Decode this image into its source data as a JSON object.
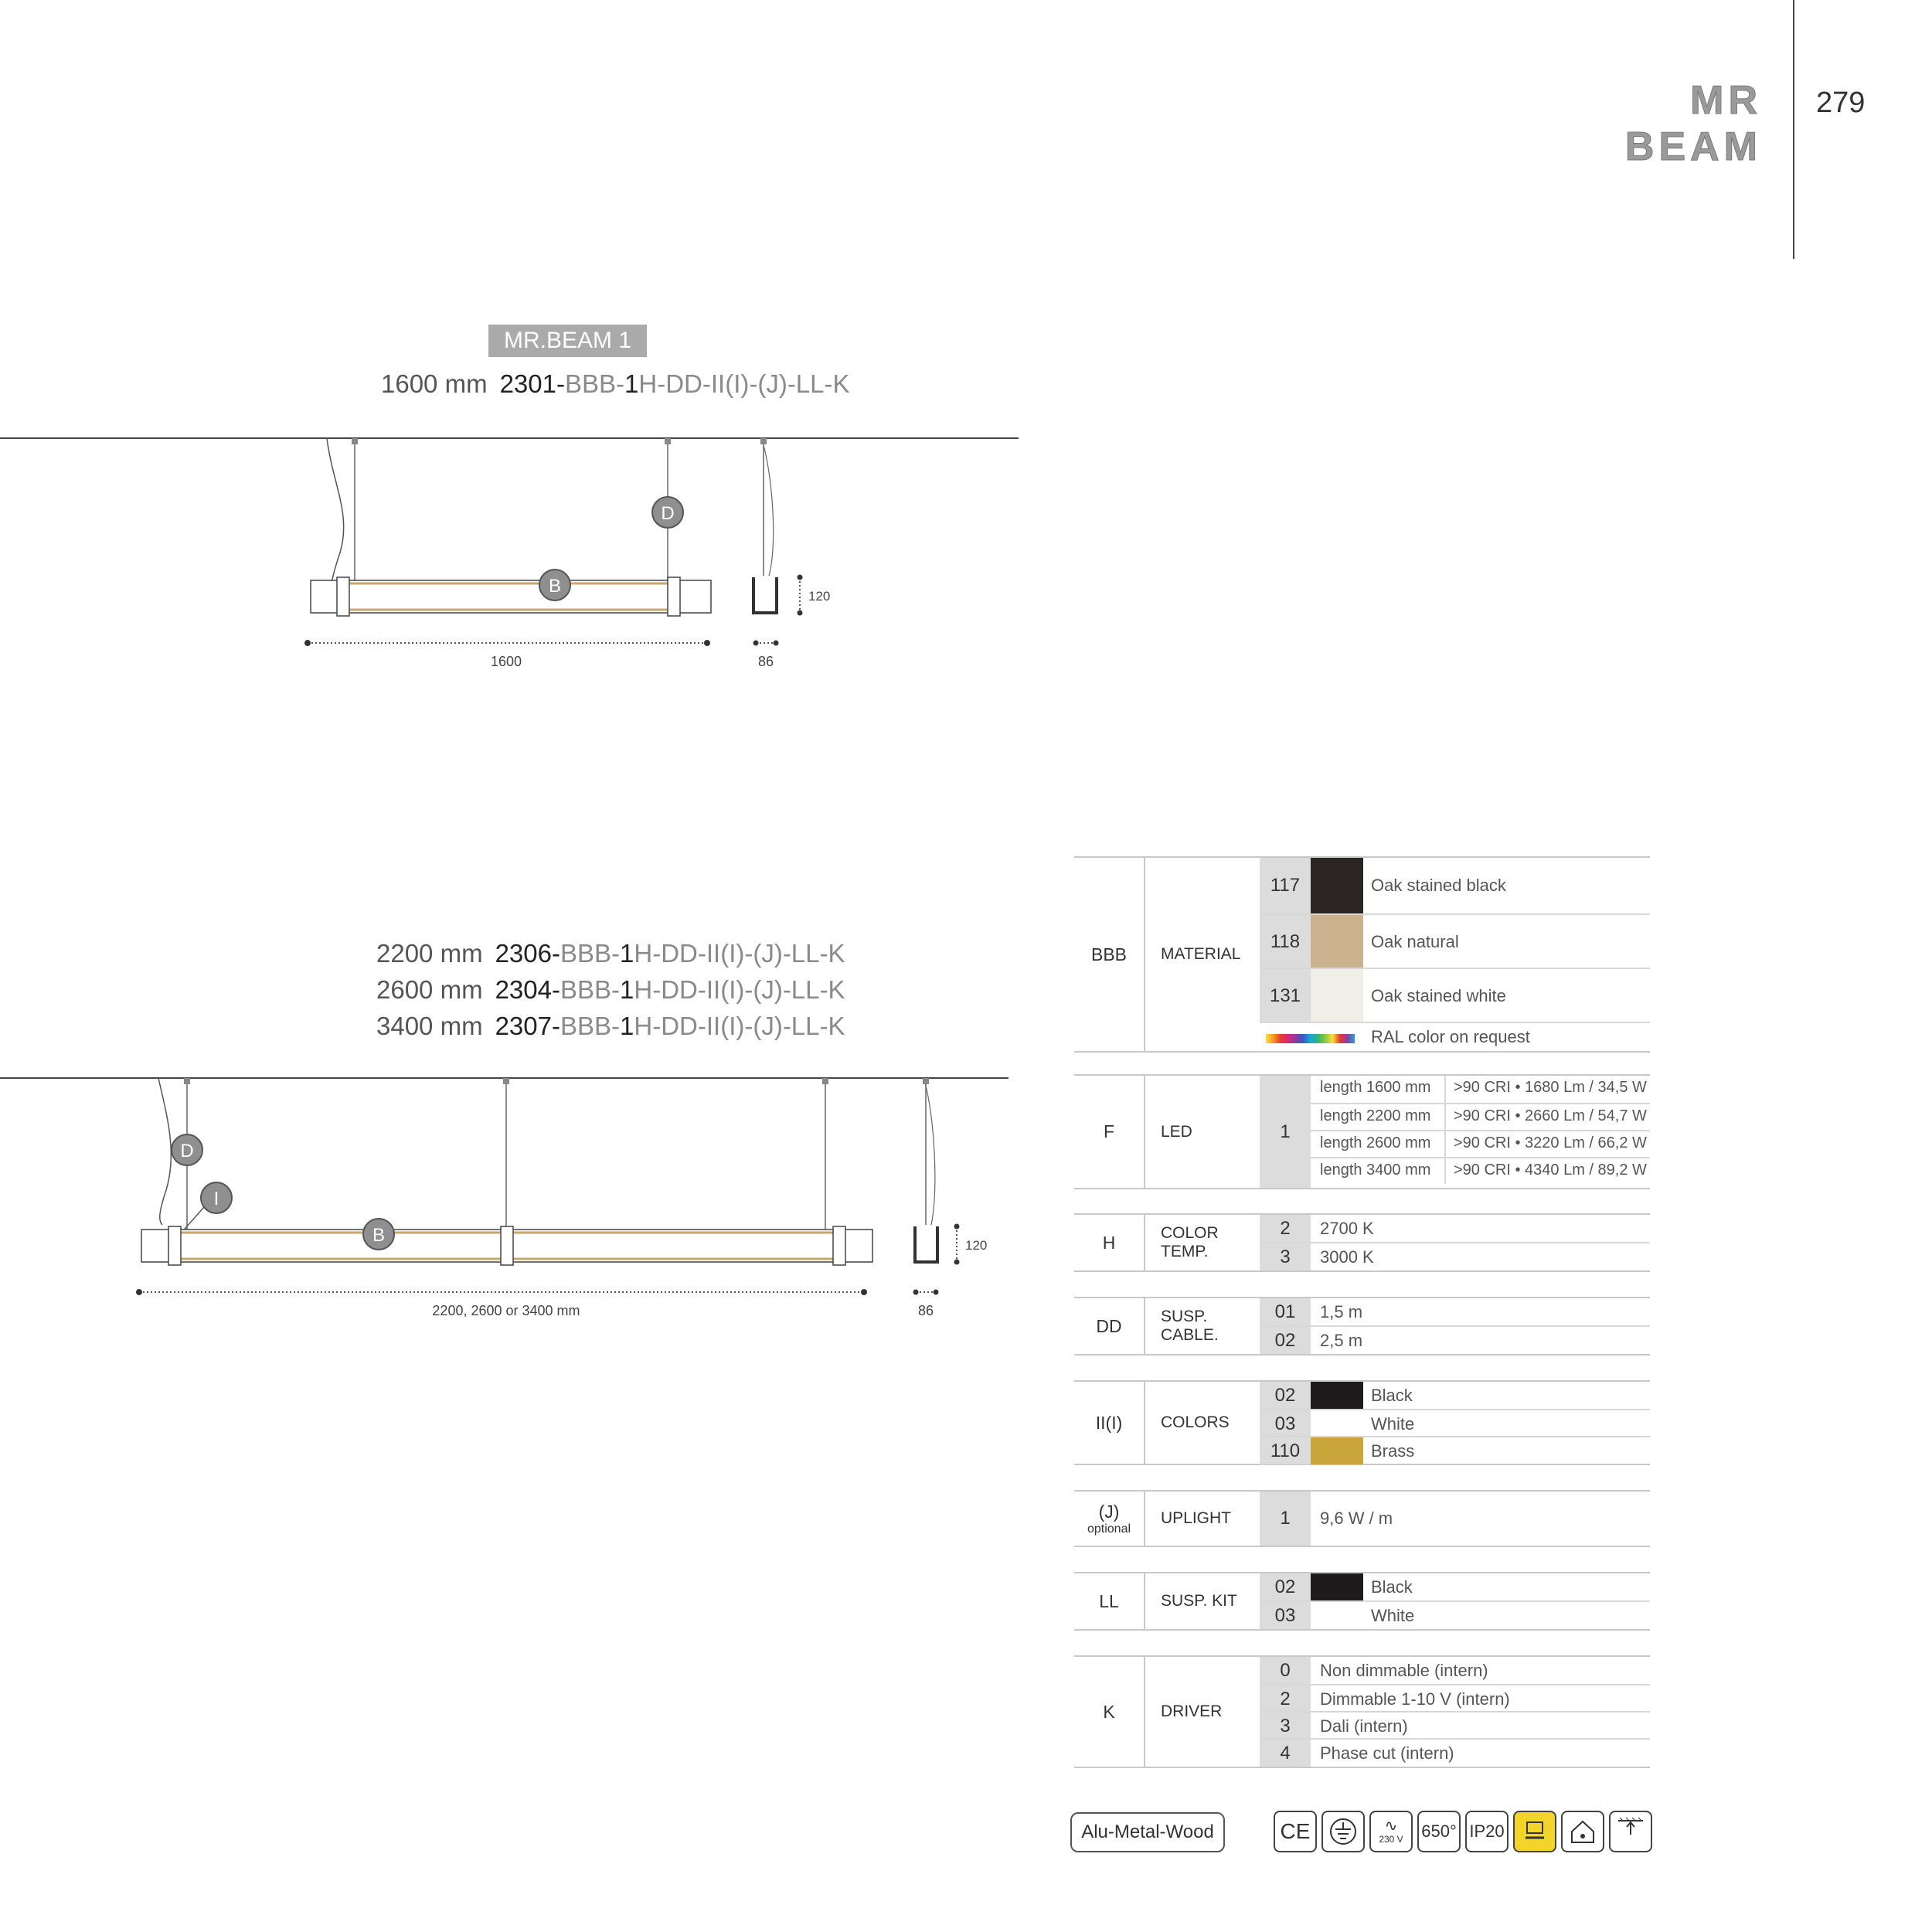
{
  "header": {
    "brand": "MR BEAM",
    "page_number": "279"
  },
  "product1": {
    "badge": "MR.BEAM 1",
    "codes": [
      {
        "length": "1600 mm",
        "prefix": "2301",
        "sep": "-",
        "bbb": "BBB",
        "sep2": "-",
        "one": "1",
        "rest": "H-DD-II(I)-(J)-LL-K"
      }
    ],
    "drawing": {
      "width_label": "1600",
      "depth_label": "86",
      "height_label": "120",
      "callouts": [
        "D",
        "B"
      ]
    }
  },
  "product2": {
    "codes": [
      {
        "length": "2200 mm",
        "prefix": "2306",
        "sep": "-",
        "bbb": "BBB",
        "sep2": "-",
        "one": "1",
        "rest": "H-DD-II(I)-(J)-LL-K"
      },
      {
        "length": "2600 mm",
        "prefix": "2304",
        "sep": "-",
        "bbb": "BBB",
        "sep2": "-",
        "one": "1",
        "rest": "H-DD-II(I)-(J)-LL-K"
      },
      {
        "length": "3400 mm",
        "prefix": "2307",
        "sep": "-",
        "bbb": "BBB",
        "sep2": "-",
        "one": "1",
        "rest": "H-DD-II(I)-(J)-LL-K"
      }
    ],
    "drawing": {
      "width_label": "2200, 2600 or 3400 mm",
      "depth_label": "86",
      "height_label": "120",
      "callouts": [
        "D",
        "I",
        "B"
      ]
    }
  },
  "spec": {
    "material": {
      "code": "BBB",
      "name": "MATERIAL",
      "options": [
        {
          "num": "117",
          "label": "Oak stained black",
          "color": "#2a2522"
        },
        {
          "num": "118",
          "label": "Oak natural",
          "color": "#c9b28d"
        },
        {
          "num": "131",
          "label": "Oak stained white",
          "color": "#f1eee8"
        }
      ],
      "ral": "RAL color on request"
    },
    "led": {
      "code": "F",
      "name": "LED",
      "num": "1",
      "rows": [
        {
          "length": "length 1600 mm",
          "value": ">90 CRI • 1680 Lm / 34,5 W"
        },
        {
          "length": "length 2200 mm",
          "value": ">90 CRI • 2660 Lm / 54,7 W"
        },
        {
          "length": "length 2600 mm",
          "value": ">90 CRI • 3220 Lm / 66,2 W"
        },
        {
          "length": "length 3400 mm",
          "value": ">90 CRI • 4340 Lm / 89,2 W"
        }
      ]
    },
    "color_temp": {
      "code": "H",
      "name": "COLOR TEMP.",
      "options": [
        {
          "num": "2",
          "label": "2700 K"
        },
        {
          "num": "3",
          "label": "3000 K"
        }
      ]
    },
    "susp_cable": {
      "code": "DD",
      "name": "SUSP. CABLE.",
      "options": [
        {
          "num": "01",
          "label": "1,5 m"
        },
        {
          "num": "02",
          "label": "2,5 m"
        }
      ]
    },
    "colors": {
      "code": "II(I)",
      "name": "COLORS",
      "options": [
        {
          "num": "02",
          "label": "Black",
          "color": "#1e1b1c"
        },
        {
          "num": "03",
          "label": "White",
          "color": "#ffffff"
        },
        {
          "num": "110",
          "label": "Brass",
          "color": "#c9a53a"
        }
      ]
    },
    "uplight": {
      "code": "(J)",
      "sub": "optional",
      "name": "UPLIGHT",
      "options": [
        {
          "num": "1",
          "label": "9,6 W / m"
        }
      ]
    },
    "susp_kit": {
      "code": "LL",
      "name": "SUSP. KIT",
      "options": [
        {
          "num": "02",
          "label": "Black",
          "color": "#1e1b1c"
        },
        {
          "num": "03",
          "label": "White",
          "color": "#ffffff"
        }
      ]
    },
    "driver": {
      "code": "K",
      "name": "DRIVER",
      "options": [
        {
          "num": "0",
          "label": "Non dimmable (intern)"
        },
        {
          "num": "2",
          "label": "Dimmable 1-10 V (intern)"
        },
        {
          "num": "3",
          "label": "Dali (intern)"
        },
        {
          "num": "4",
          "label": "Phase cut (intern)"
        }
      ]
    }
  },
  "footer": {
    "material_badge": "Alu-Metal-Wood",
    "icons": {
      "ce": "CE",
      "voltage": "230 V",
      "glow_wire": "650°",
      "ip": "IP20"
    }
  }
}
